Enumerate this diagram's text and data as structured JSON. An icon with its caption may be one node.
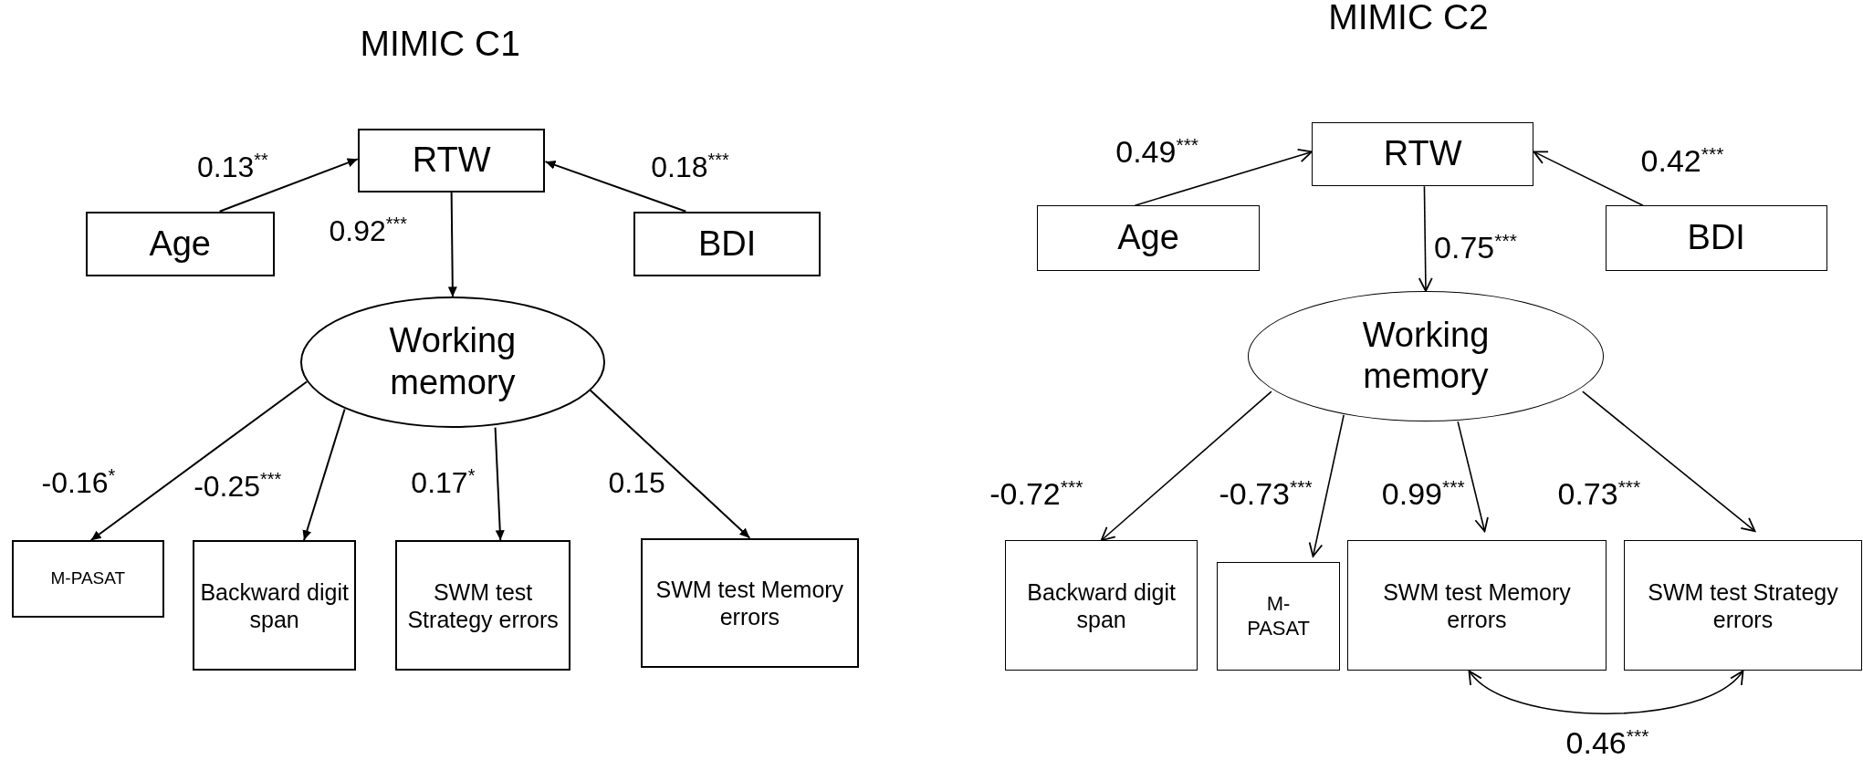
{
  "diagram": {
    "nodes": [
      {
        "text": [
          "RTW"
        ]
      },
      {
        "text": [
          "Age"
        ]
      },
      {
        "text": [
          "BDI"
        ]
      },
      {
        "text": [
          "Working memory"
        ]
      },
      {
        "text": [
          "M-PASAT"
        ]
      },
      {
        "text": [
          "Backward digit span"
        ]
      },
      {
        "text": [
          "SWM test Strategy errors"
        ]
      },
      {
        "text": [
          "SWM test Memory errors"
        ]
      },
      {
        "text": [
          "RTW"
        ]
      },
      {
        "text": [
          "Age"
        ]
      },
      {
        "text": [
          "BDI"
        ]
      },
      {
        "text": [
          "Working memory"
        ]
      },
      {
        "text": [
          "Backward digit span"
        ]
      },
      {
        "text": [
          "M-PASAT"
        ]
      },
      {
        "text": [
          "SWM test Memory errors"
        ]
      },
      {
        "text": [
          "SWM test Strategy errors"
        ]
      }
    ],
    "edges": [
      {
        "from": 1,
        "to": 0,
        "arrow": "to",
        "label": "0.13$^{**}$"
      },
      {
        "from": 2,
        "to": 0,
        "arrow": "to",
        "label": "0.18$^{***}$"
      },
      {
        "from": 0,
        "to": 3,
        "arrow": "to",
        "label": "0.92$^{***}$"
      },
      {
        "from": 3,
        "to": 4,
        "arrow": "to",
        "label": "-0.16$^{*}$"
      },
      {
        "from": 3,
        "to": 5,
        "arrow": "to",
        "label": "-0.25$^{***}$"
      },
      {
        "from": 3,
        "to": 6,
        "arrow": "to",
        "label": "0.17$^{*}$"
      },
      {
        "from": 3,
        "to": 7,
        "arrow": "to",
        "label": "0.15"
      },
      {
        "from": 9,
        "to": 8,
        "arrow": "to",
        "label": "0.49$^{***}$"
      },
      {
        "from": 10,
        "to": 8,
        "arrow": "to",
        "label": "0.42$^{***}$"
      },
      {
        "from": 8,
        "to": 11,
        "arrow": "to",
        "label": "0.75$^{***}$"
      },
      {
        "from": 11,
        "to": 12,
        "arrow": "to",
        "label": "-0.72$^{***}$"
      },
      {
        "from": 11,
        "to": 13,
        "arrow": "to",
        "label": "-0.73$^{***}$"
      },
      {
        "from": 11,
        "to": 14,
        "arrow": "to",
        "label": "0.99$^{***}$"
      },
      {
        "from": 11,
        "to": 15,
        "arrow": "to",
        "label": "0.73$^{***}$"
      },
      {
        "from": 14,
        "to": 15,
        "arrow": "both",
        "label": "0.46$^{***}$"
      }
    ],
    "labels": [
      "MIMIC C1",
      "MIMIC C2"
    ]
  }
}
